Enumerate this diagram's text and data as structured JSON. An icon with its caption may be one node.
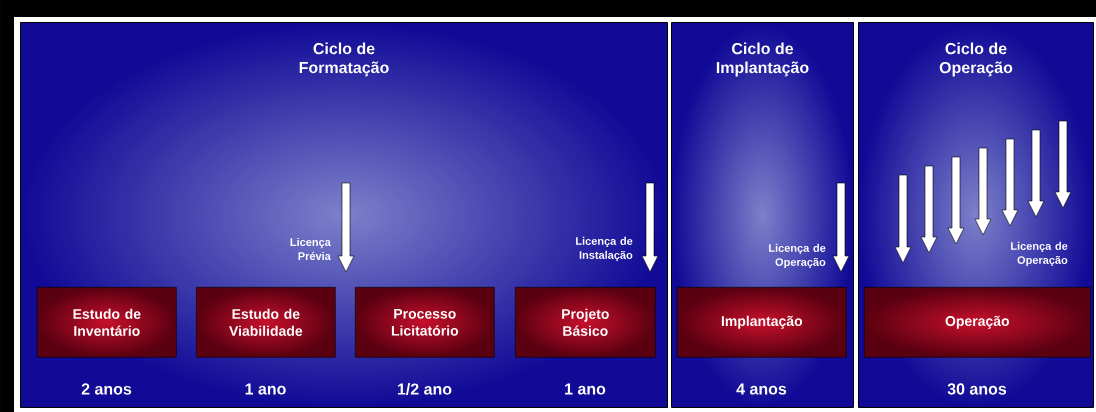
{
  "diagram": {
    "nodes": [
      {
        "text": [
          "Ciclo de Formatação"
        ]
      },
      {
        "text": [
          "Estudo de Inventário"
        ],
        "in": 0,
        "beside": [
          "2 anos"
        ]
      },
      {
        "text": [
          "Estudo de Viabilidade"
        ],
        "in": 0,
        "beside": [
          "1 ano"
        ]
      },
      {
        "text": [
          "Processo Licitatório"
        ],
        "in": 0,
        "beside": [
          "1/2 ano"
        ]
      },
      {
        "text": [
          "Projeto Básico"
        ],
        "in": 0,
        "beside": [
          "1 ano"
        ]
      },
      {
        "text": [
          "Ciclo de Implantação"
        ]
      },
      {
        "text": [
          "Implantação"
        ],
        "in": 5,
        "beside": [
          "4 anos"
        ]
      },
      {
        "text": [
          "Ciclo de Operação"
        ]
      },
      {
        "text": [
          "Operação"
        ],
        "in": 7,
        "beside": [
          "30 anos"
        ]
      }
    ],
    "labels": [
      "Licença Prévia",
      "Licença de Instalação",
      "Licença de Operação",
      "Licença de Operação"
    ]
  }
}
